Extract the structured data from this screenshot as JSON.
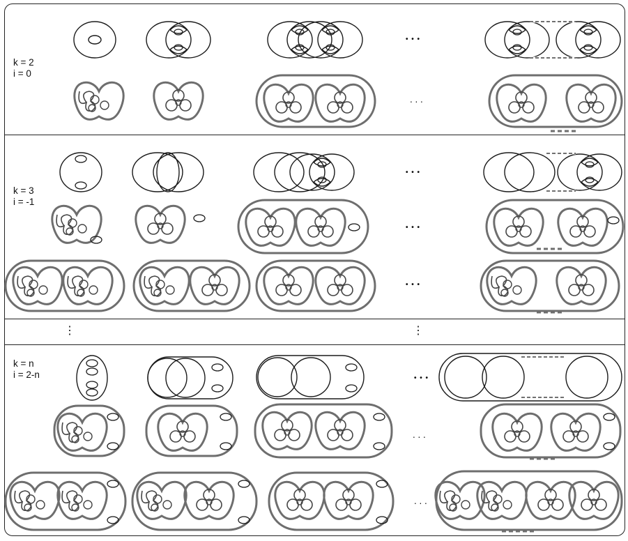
{
  "sections": [
    {
      "k_label": "k = 2",
      "i_label": "i = 0"
    },
    {
      "k_label": "k = 3",
      "i_label": "i = -1"
    },
    {
      "k_label": "k = n",
      "i_label": "i = 2-n"
    }
  ],
  "ellipsis": {
    "bold": "• • •",
    "light": ". . .",
    "vertical": "⋮"
  },
  "colors": {
    "thin_stroke": "#1a1a1a",
    "thick_stroke": "#6e6e6e",
    "frame": "#222222",
    "background": "#ffffff"
  }
}
